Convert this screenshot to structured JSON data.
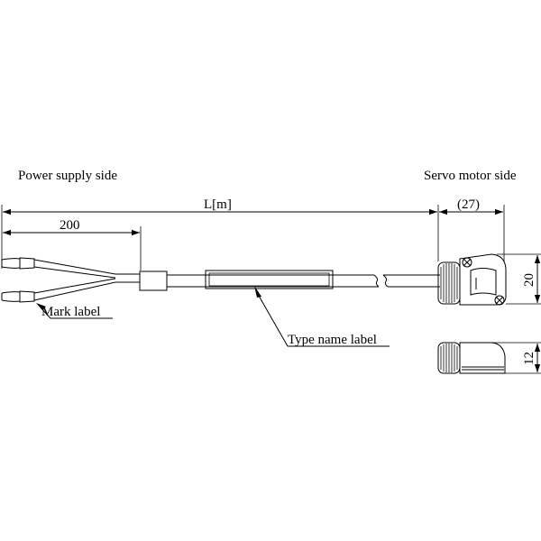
{
  "labels": {
    "power_supply_side": "Power supply side",
    "servo_motor_side": "Servo motor side",
    "mark_label": "Mark label",
    "type_name_label": "Type name label"
  },
  "dimensions": {
    "length": "L[m]",
    "lead_length": "200",
    "connector_length": "(27)",
    "connector_height": "20",
    "connector_side_height": "12"
  }
}
